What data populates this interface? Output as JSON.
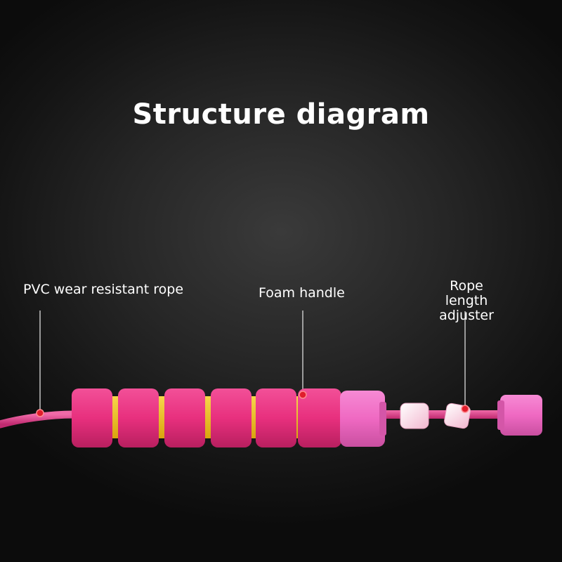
{
  "title": "Structure diagram",
  "labels": {
    "rope": "PVC wear resistant rope",
    "foam_handle": "Foam handle",
    "adjuster_line1": "Rope length",
    "adjuster_line2": "adjuster"
  },
  "colors": {
    "foam": "#e8307e",
    "foam_shadow": "#b81f5f",
    "spacer": "#f2c31c",
    "cap": "#f06bc4",
    "rope": "#e43c8c",
    "marker": "#e01e2c",
    "leader": "#dddddd"
  }
}
